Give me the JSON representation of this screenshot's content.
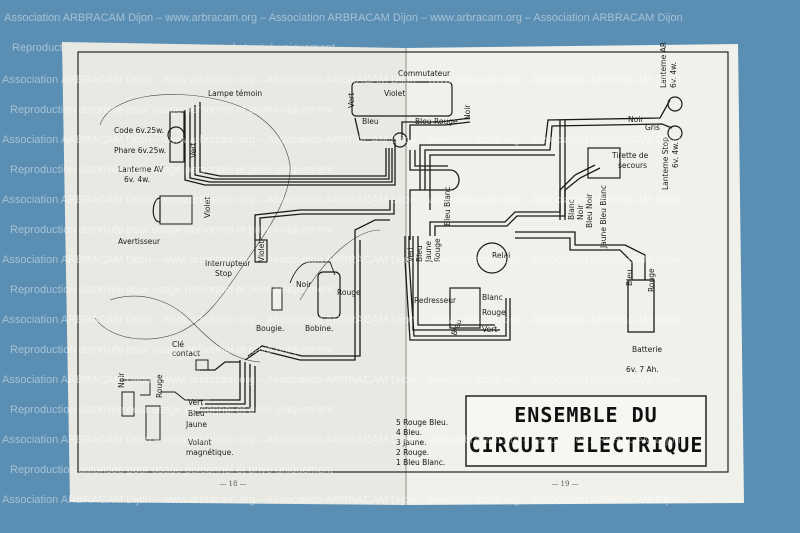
{
  "watermark": {
    "line_a": "Reproduction autorisée pour usage personnel et privé uniquement",
    "line_b": "Association ARBRACAM Dijon – www.arbracam.org – Association ARBRACAM Dijon – www.arbracam.org – Association ARBRACAM Dijon"
  },
  "title": {
    "line1": "ENSEMBLE DU",
    "line2": "CIRCUIT ELECTRIQUE"
  },
  "legend": [
    "5 Rouge Bleu.",
    "4 Bleu.",
    "3 Jaune.",
    "2 Rouge.",
    "1 Bleu Blanc."
  ],
  "pages": {
    "left": "— 18 —",
    "right": "— 19 —"
  },
  "labels": {
    "commutateur": "Commutateur",
    "lampe_temoin": "Lampe témoin",
    "code": "Code 6v.25w.",
    "phare": "Phare 6v.25w.",
    "lanterne_av": "Lanterne AV",
    "lanterne_av_spec": "6v. 4w.",
    "avertisseur": "Avertisseur",
    "interrupteur_stop_1": "Interrupteur",
    "interrupteur_stop_2": "Stop",
    "bougie": "Bougie.",
    "bobine": "Bobine.",
    "noir": "Noir",
    "rouge": "Rouge",
    "cle_contact_1": "Clé",
    "cle_contact_2": "contact",
    "volant_1": "Volant",
    "volant_2": "magnétique.",
    "vert": "Vert",
    "bleu": "Bleu",
    "jaune": "Jaune",
    "blanc": "Blanc",
    "gris": "Gris",
    "violet": "Violet",
    "bleu_rouge": "Bleu Rouge",
    "relai": "Relai",
    "redresseur": "Redresseur",
    "tirette_secours_1": "Tirette de",
    "tirette_secours_2": "secours",
    "lanterne_ar": "Lanterne AR",
    "lanterne_ar_spec": "6v. 4w.",
    "lanterne_stop": "Lanterne Stop",
    "lanterne_stop_spec": "6v. 4w.",
    "batterie": "Batterie",
    "batterie_spec": "6v. 7 Ah.",
    "bleu_blanc": "Bleu Blanc",
    "bleu_noir": "Bleu Noir",
    "jaune_bleu_blanc": "Jaune Bleu Blanc"
  },
  "colors": {
    "background": "#5a8eb3",
    "paper": "#efefe9",
    "ink": "#1a1a1a"
  }
}
